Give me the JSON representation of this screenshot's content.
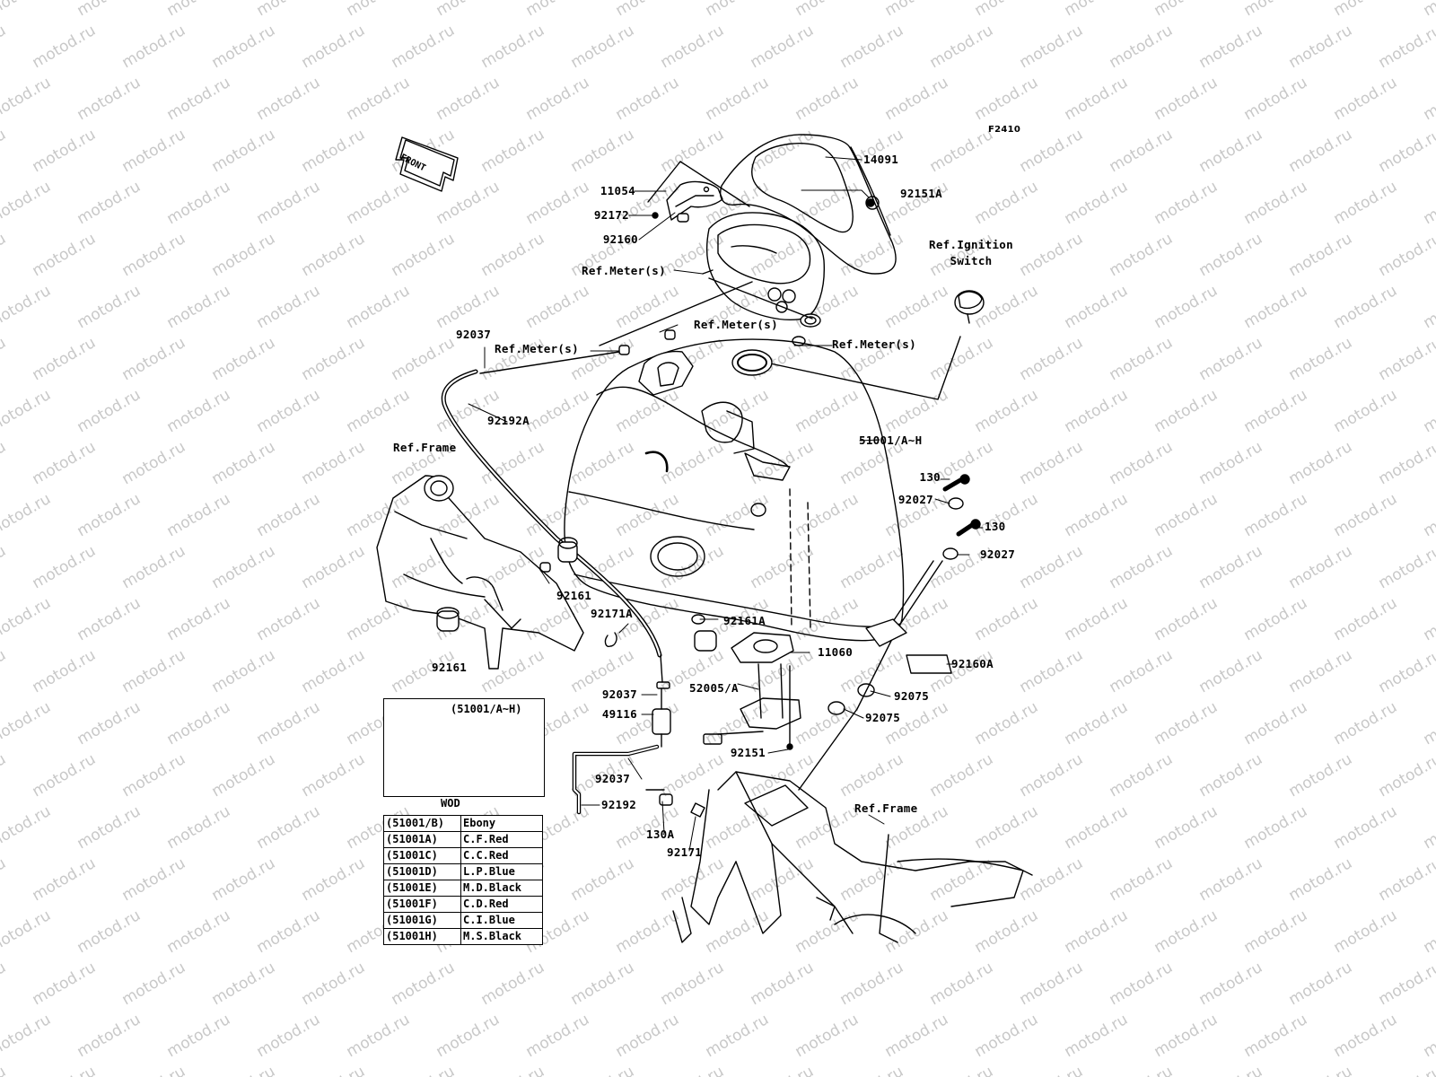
{
  "watermark": {
    "text": "motod.ru",
    "color": "#c8c8c8"
  },
  "figure_code": "F2410",
  "front_arrow_label": "FRONT",
  "callouts": {
    "p11054": "11054",
    "p92172": "92172",
    "p92160": "92160",
    "p14091": "14091",
    "p92151A": "92151A",
    "ref_ignition_line1": "Ref.Ignition",
    "ref_ignition_line2": "Switch",
    "ref_meter_1": "Ref.Meter(s)",
    "ref_meter_2": "Ref.Meter(s)",
    "ref_meter_3": "Ref.Meter(s)",
    "ref_meter_4": "Ref.Meter(s)",
    "p92037_top": "92037",
    "p92192A": "92192A",
    "p51001AH": "51001/A~H",
    "ref_frame_left": "Ref.Frame",
    "p130_a": "130",
    "p92027_a": "92027",
    "p130_b": "130",
    "p92027_b": "92027",
    "p92161_a": "92161",
    "p92171A": "92171A",
    "p92161A": "92161A",
    "p92161_b": "92161",
    "p11060": "11060",
    "p92160A": "92160A",
    "p52005A": "52005/A",
    "p92037_mid": "92037",
    "p49116": "49116",
    "p92075_a": "92075",
    "p92075_b": "92075",
    "p92151": "92151",
    "p92037_low": "92037",
    "p92192": "92192",
    "p130A": "130A",
    "p92171": "92171",
    "ref_frame_right": "Ref.Frame"
  },
  "variant_box": {
    "title": "(51001/A~H)",
    "note": "WOD"
  },
  "color_table": [
    {
      "code": "(51001/B)",
      "color": "Ebony"
    },
    {
      "code": "(51001A)",
      "color": "C.F.Red"
    },
    {
      "code": "(51001C)",
      "color": "C.C.Red"
    },
    {
      "code": "(51001D)",
      "color": "L.P.Blue"
    },
    {
      "code": "(51001E)",
      "color": "M.D.Black"
    },
    {
      "code": "(51001F)",
      "color": "C.D.Red"
    },
    {
      "code": "(51001G)",
      "color": "C.I.Blue"
    },
    {
      "code": "(51001H)",
      "color": "M.S.Black"
    }
  ]
}
